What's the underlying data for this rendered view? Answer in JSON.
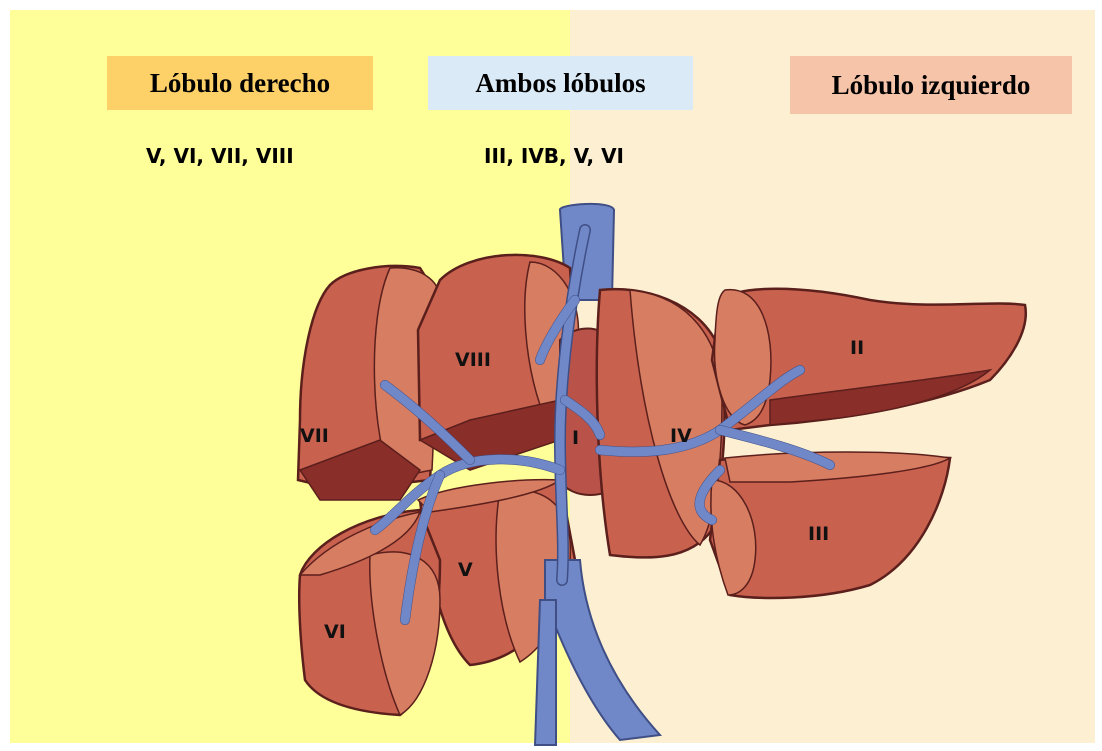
{
  "colors": {
    "right_background": "#ffff99",
    "left_background": "#fdf0d2",
    "right_label_box": "#fdd068",
    "both_label_box": "#daeaf6",
    "left_label_box": "#f6c4a8",
    "liver_tissue": "#c9614f",
    "liver_cut_face": "#d77d62",
    "liver_dark": "#8a2e2a",
    "vessel": "#7087c8"
  },
  "headers": {
    "right_lobe": "Lóbulo derecho",
    "both_lobes": "Ambos lóbulos",
    "left_lobe": "Lóbulo izquierdo"
  },
  "segment_lists": {
    "right_lobe": "V, VI, VII, VIII",
    "both_lobes": "III, IVB, V, VI"
  },
  "segments": {
    "I": "I",
    "II": "II",
    "III": "III",
    "IV": "IV",
    "V": "V",
    "VI": "VI",
    "VII": "VII",
    "VIII": "VIII"
  }
}
